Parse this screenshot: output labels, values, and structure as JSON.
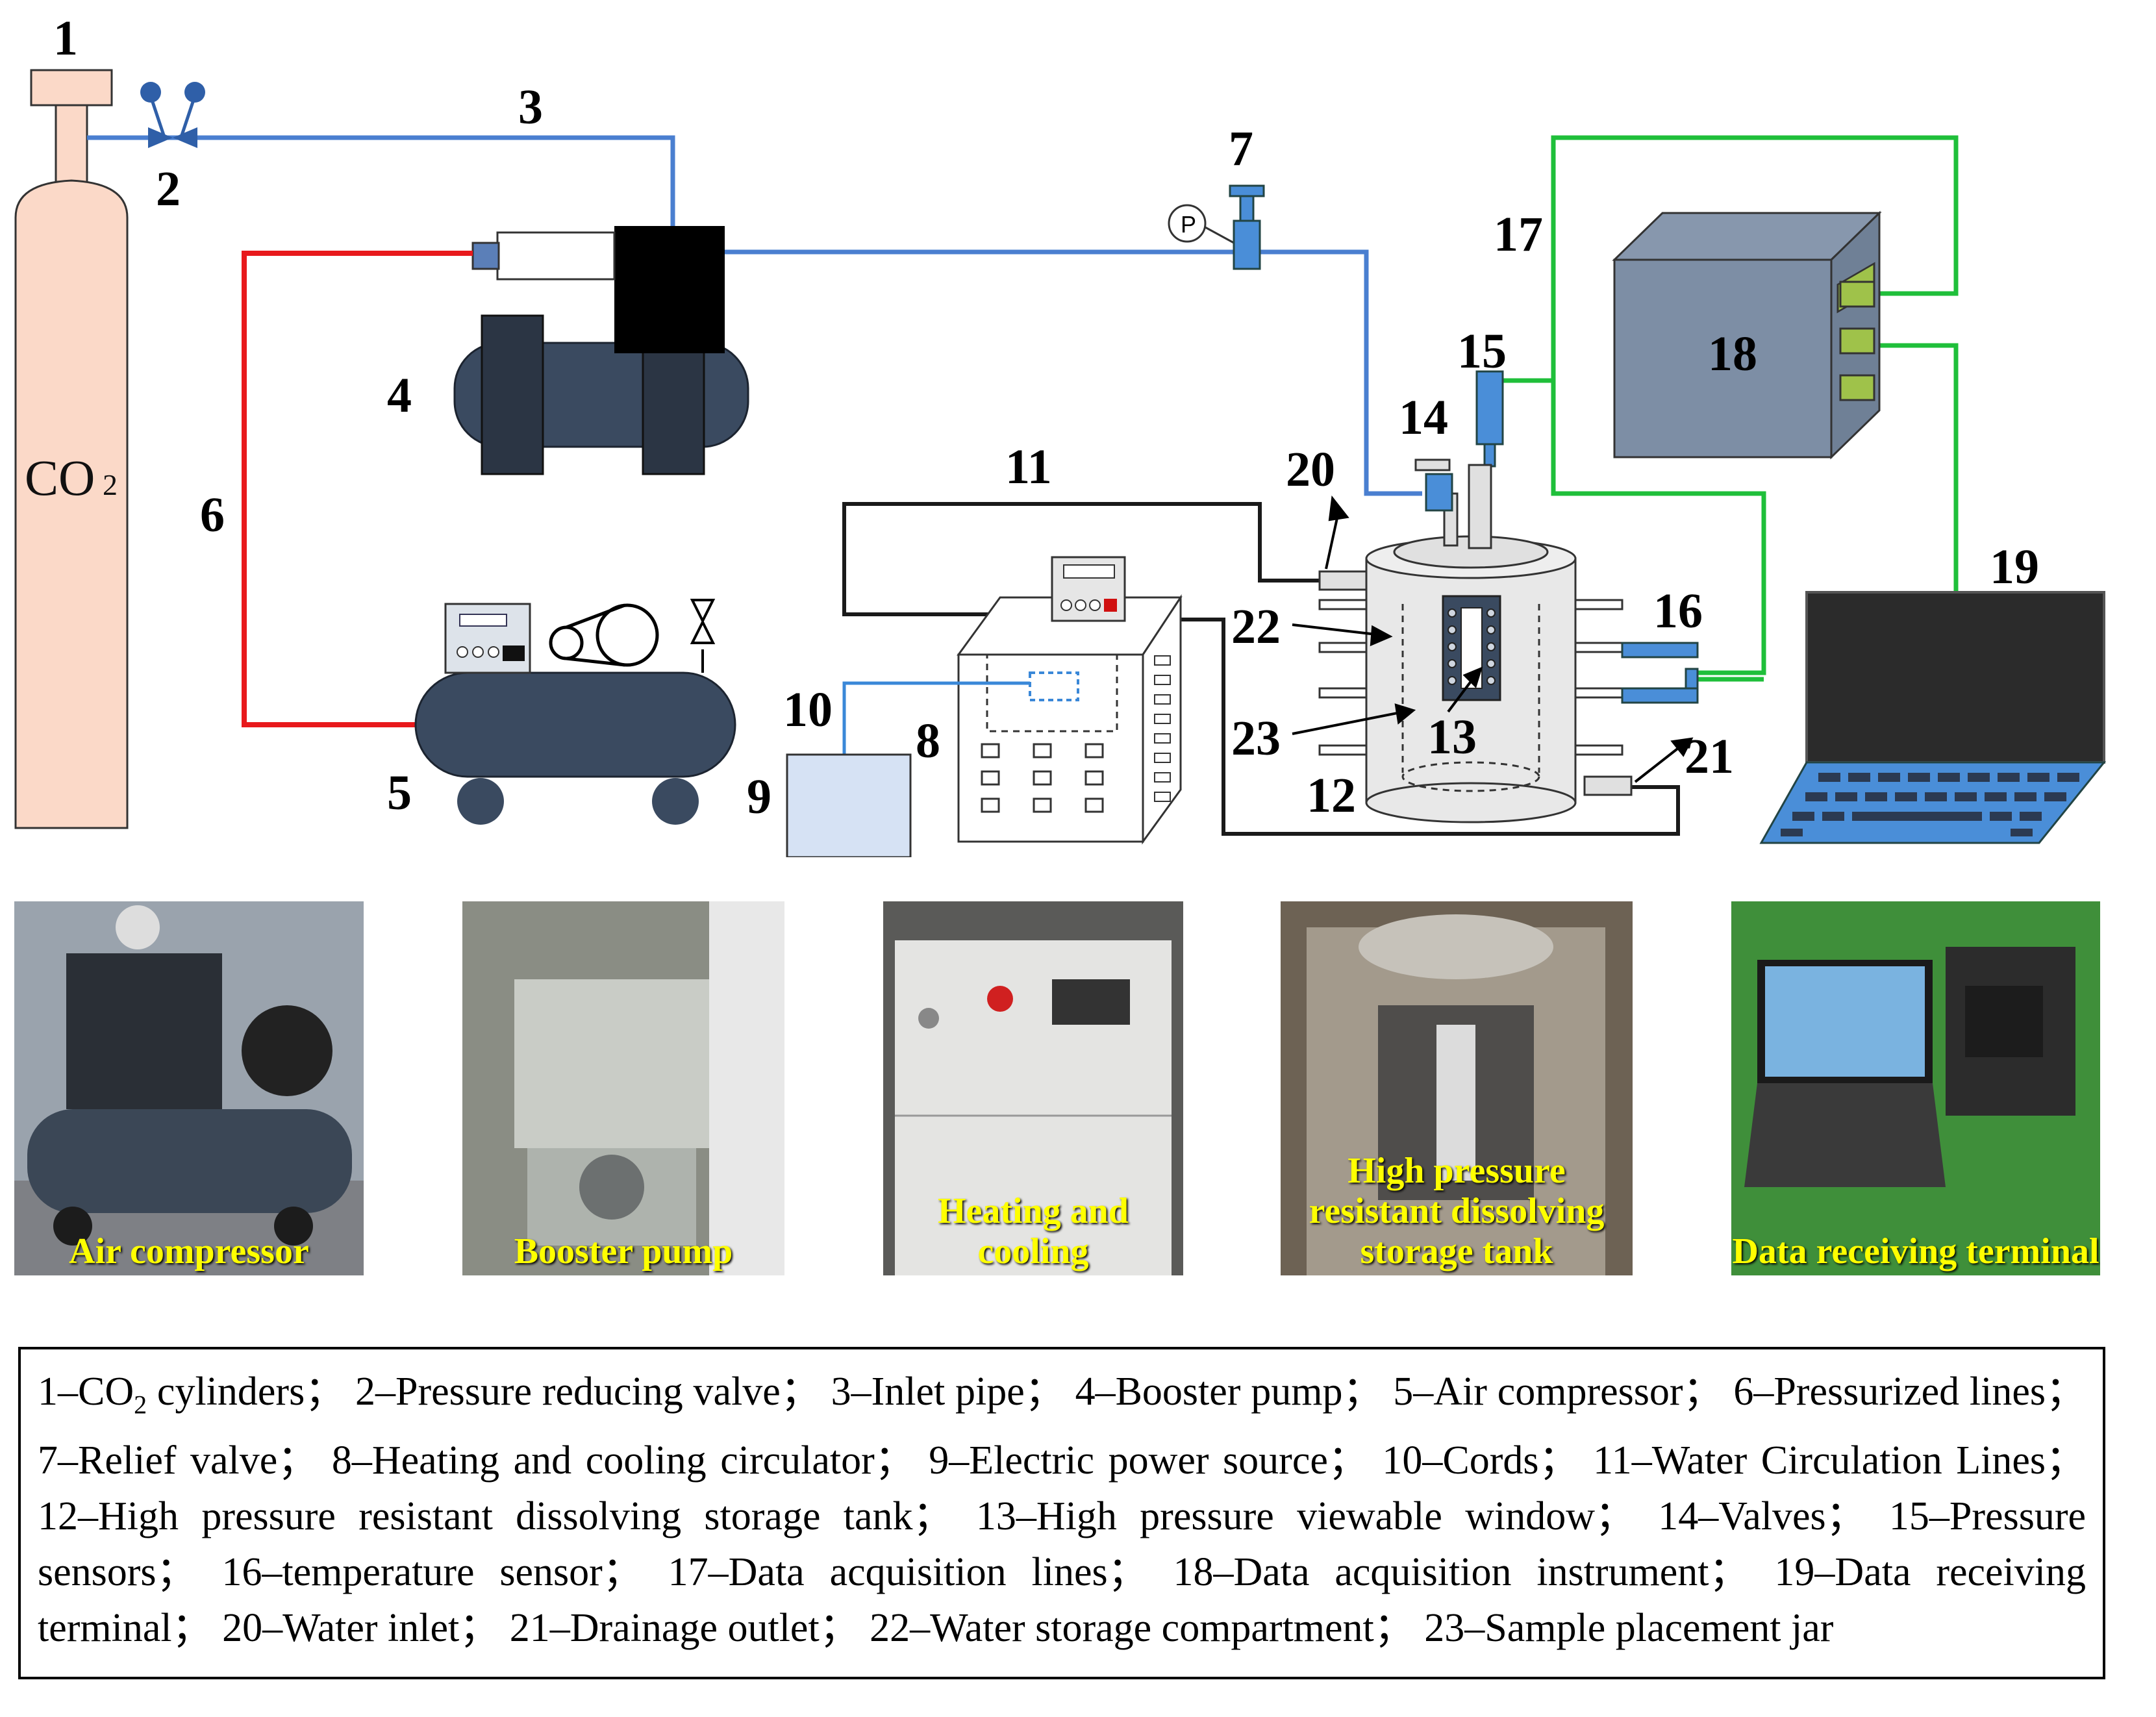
{
  "labels": {
    "l1": "1",
    "l2": "2",
    "l3": "3",
    "l4": "4",
    "l5": "5",
    "l6": "6",
    "l7": "7",
    "l8": "8",
    "l9": "9",
    "l10": "10",
    "l11": "11",
    "l12": "12",
    "l13": "13",
    "l14": "14",
    "l15": "15",
    "l16": "16",
    "l17": "17",
    "l18": "18",
    "l19": "19",
    "l20": "20",
    "l21": "21",
    "l22": "22",
    "l23": "23"
  },
  "cylinder_text": "CO",
  "cylinder_sub": "2",
  "gauge_text": "P",
  "photos": [
    {
      "caption": "Air compressor"
    },
    {
      "caption": "Booster pump"
    },
    {
      "caption": "Heating and cooling"
    },
    {
      "caption": "High pressure resistant dissolving storage tank"
    },
    {
      "caption": "Data receiving terminal"
    }
  ],
  "legend": [
    {
      "pre": "1–CO",
      "sub": "2",
      "post": " cylinders；"
    },
    {
      "text": "2–Pressure reducing valve；"
    },
    {
      "text": "3–Inlet pipe；"
    },
    {
      "text": "4–Booster pump；"
    },
    {
      "text": "5–Air compressor；"
    },
    {
      "text": "6–Pressurized lines；"
    },
    {
      "text": "7–Relief valve；"
    },
    {
      "text": "8–Heating and cooling circulator；"
    },
    {
      "text": "9–Electric power source；"
    },
    {
      "text": "10–Cords；"
    },
    {
      "text": "11–Water Circulation Lines；"
    },
    {
      "text": "12–High pressure resistant dissolving storage tank；"
    },
    {
      "text": "13–High pressure viewable window；"
    },
    {
      "text": "14–Valves；"
    },
    {
      "text": "15–Pressure sensors；"
    },
    {
      "text": "16–temperature sensor；"
    },
    {
      "text": "17–Data acquisition lines；"
    },
    {
      "text": "18–Data acquisition instrument；"
    },
    {
      "text": "19–Data receiving terminal；"
    },
    {
      "text": "20–Water inlet；"
    },
    {
      "text": "21–Drainage outlet；"
    },
    {
      "text": "22–Water storage compartment；"
    },
    {
      "text": "23–Sample placement jar"
    }
  ],
  "colors": {
    "co2_pipe": "#4a7fd0",
    "pressurized_line": "#e8191c",
    "data_line": "#1fbf3a",
    "water_line": "#1a1a1a",
    "cord": "#3a88d8",
    "machine_dark": "#3a4a60",
    "cylinder": "#fbd9c8",
    "caption": "#ffff00"
  }
}
